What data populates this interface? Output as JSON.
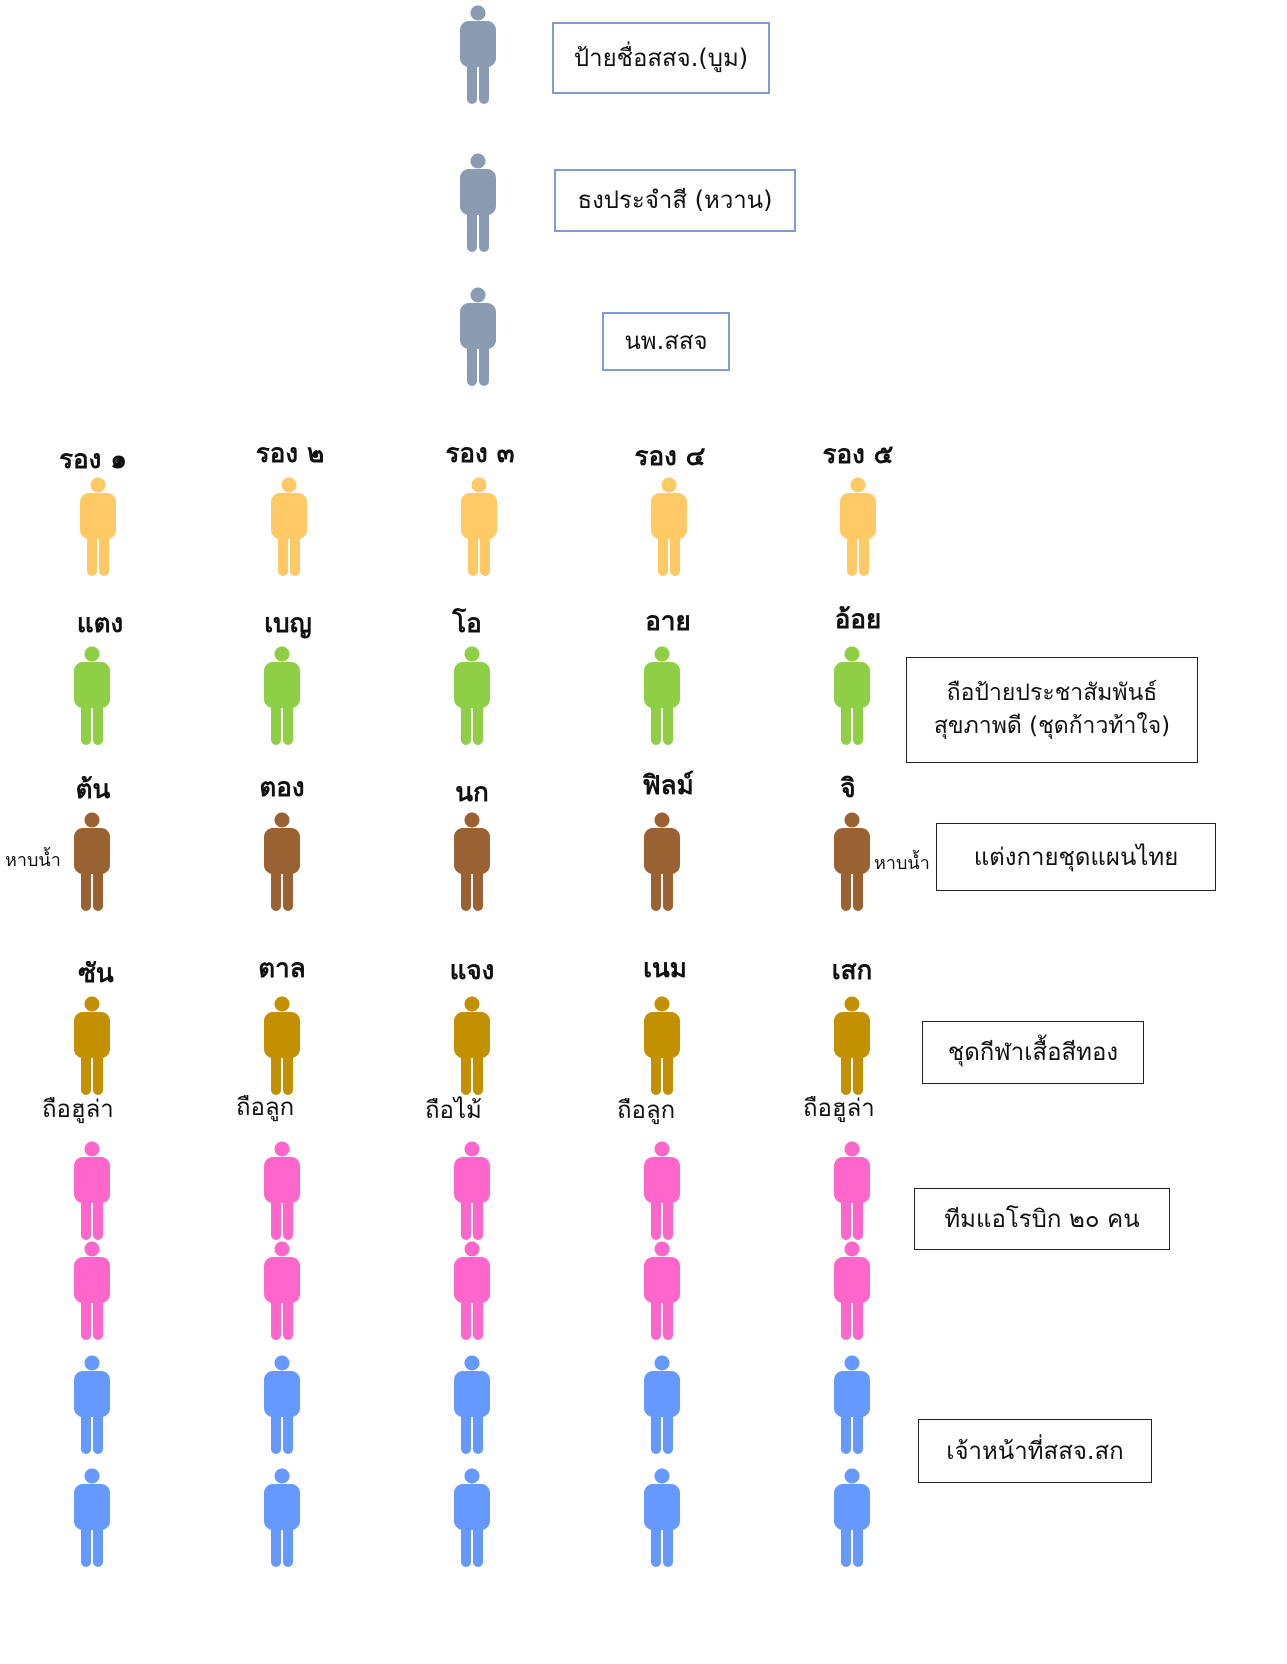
{
  "colors": {
    "leader": "#8a9bb2",
    "deputy": "#ffc965",
    "health": "#8ecf45",
    "thai": "#9a6233",
    "sport": "#c29000",
    "aerobic": "#ff66cc",
    "staff": "#6699ff"
  },
  "icon": "person-icon",
  "top": {
    "sign": "ป้ายชื่อสสจ.(บูม)",
    "flag": "ธงประจำสี (หวาน)",
    "doctor": "นพ.สสจ"
  },
  "deputies": [
    "รอง ๑",
    "รอง ๒",
    "รอง ๓",
    "รอง ๔",
    "รอง ๕"
  ],
  "health_names": [
    "แตง",
    "เบญ",
    "โอ",
    "อาย",
    "อ้อย"
  ],
  "thai_names": [
    "ต้น",
    "ตอง",
    "นก",
    "ฟิลม์",
    "จิ"
  ],
  "sport_names": [
    "ซัน",
    "ตาล",
    "แจง",
    "เนม",
    "เสก"
  ],
  "sport_items": [
    "ถือฮูล่า",
    "ถือลูก",
    "ถือไม้",
    "ถือลูก",
    "ถือฮูล่า"
  ],
  "water_notes": [
    "หาบน้ำ",
    "หาบน้ำ"
  ],
  "boxes": {
    "health": "ถือป้ายประชาสัมพันธ์สุขภาพดี (ชุดก้าวท้าใจ)",
    "thai": "แต่งกายชุดแผนไทย",
    "sport": "ชุดกีฬาเสื้อสีทอง",
    "aerobic": "ทีมแอโรบิก ๒๐ คน",
    "staff": "เจ้าหน้าที่สสจ.สก"
  }
}
